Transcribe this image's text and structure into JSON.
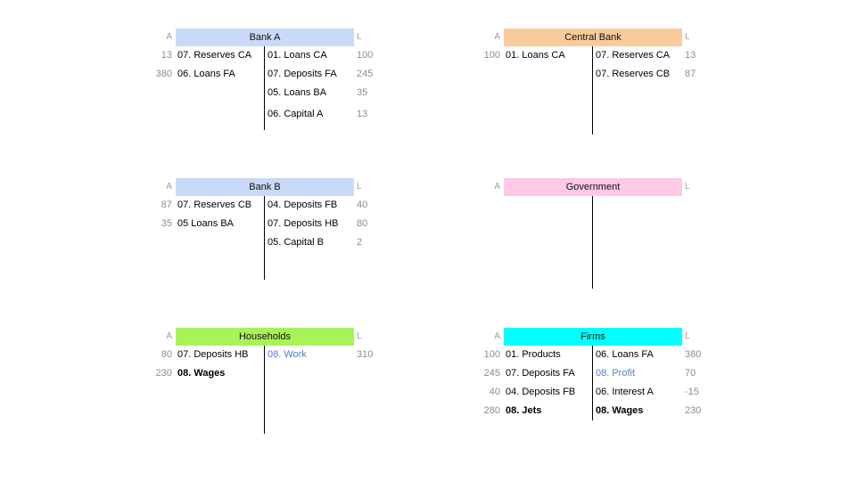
{
  "side_labels": {
    "assets": "A",
    "liabilities": "L"
  },
  "accounts": {
    "bank_a": {
      "title": "Bank A",
      "color": "#c9daf8",
      "rows": [
        {
          "a_num": "13",
          "a_label": "07. Reserves CA",
          "l_label": "01. Loans CA",
          "l_num": "100"
        },
        {
          "a_num": "380",
          "a_label": "06. Loans FA",
          "l_label": "07. Deposits FA",
          "l_num": "245"
        },
        {
          "a_num": "",
          "a_label": "",
          "l_label": "05. Loans BA",
          "l_num": "35"
        },
        {
          "a_num": "",
          "a_label": "",
          "l_label": "06. Capital A",
          "l_num": "13"
        }
      ]
    },
    "central_bank": {
      "title": "Central Bank",
      "color": "#f9cb9c",
      "rows": [
        {
          "a_num": "100",
          "a_label": "01. Loans CA",
          "l_label": "07. Reserves CA",
          "l_num": "13"
        },
        {
          "a_num": "",
          "a_label": "",
          "l_label": "07. Reserves CB",
          "l_num": "87"
        },
        {
          "a_num": "",
          "a_label": "",
          "l_label": "",
          "l_num": ""
        },
        {
          "a_num": "",
          "a_label": "",
          "l_label": "",
          "l_num": ""
        }
      ]
    },
    "bank_b": {
      "title": "Bank B",
      "color": "#c9daf8",
      "rows": [
        {
          "a_num": "87",
          "a_label": "07. Reserves CB",
          "l_label": "04. Deposits FB",
          "l_num": "40"
        },
        {
          "a_num": "35",
          "a_label": "05 Loans BA",
          "l_label": "07. Deposits HB",
          "l_num": "80"
        },
        {
          "a_num": "",
          "a_label": "",
          "l_label": "05. Capital B",
          "l_num": "2"
        },
        {
          "a_num": "",
          "a_label": "",
          "l_label": "",
          "l_num": ""
        }
      ]
    },
    "government": {
      "title": "Government",
      "color": "#ffc8e6",
      "rows": [
        {
          "a_num": "",
          "a_label": "",
          "l_label": "",
          "l_num": ""
        },
        {
          "a_num": "",
          "a_label": "",
          "l_label": "",
          "l_num": ""
        },
        {
          "a_num": "",
          "a_label": "",
          "l_label": "",
          "l_num": ""
        },
        {
          "a_num": "",
          "a_label": "",
          "l_label": "",
          "l_num": ""
        }
      ]
    },
    "households": {
      "title": "Households",
      "color": "#a8f25a",
      "rows": [
        {
          "a_num": "80",
          "a_label": "07. Deposits HB",
          "l_label": "08. Work",
          "l_num": "310"
        },
        {
          "a_num": "230",
          "a_label": "08. Wages",
          "l_label": "",
          "l_num": ""
        },
        {
          "a_num": "",
          "a_label": "",
          "l_label": "",
          "l_num": ""
        },
        {
          "a_num": "",
          "a_label": "",
          "l_label": "",
          "l_num": ""
        }
      ]
    },
    "firms": {
      "title": "Firms",
      "color": "#00ffff",
      "rows": [
        {
          "a_num": "100",
          "a_label": "01. Products",
          "l_label": "06. Loans FA",
          "l_num": "380"
        },
        {
          "a_num": "245",
          "a_label": "07. Deposits FA",
          "l_label": "08. Profit",
          "l_num": "70"
        },
        {
          "a_num": "40",
          "a_label": "04. Deposits FB",
          "l_label": "06. Interest A",
          "l_num": "-15"
        },
        {
          "a_num": "280",
          "a_label": "08. Jets",
          "l_label": "08. Wages",
          "l_num": "230"
        }
      ]
    }
  }
}
